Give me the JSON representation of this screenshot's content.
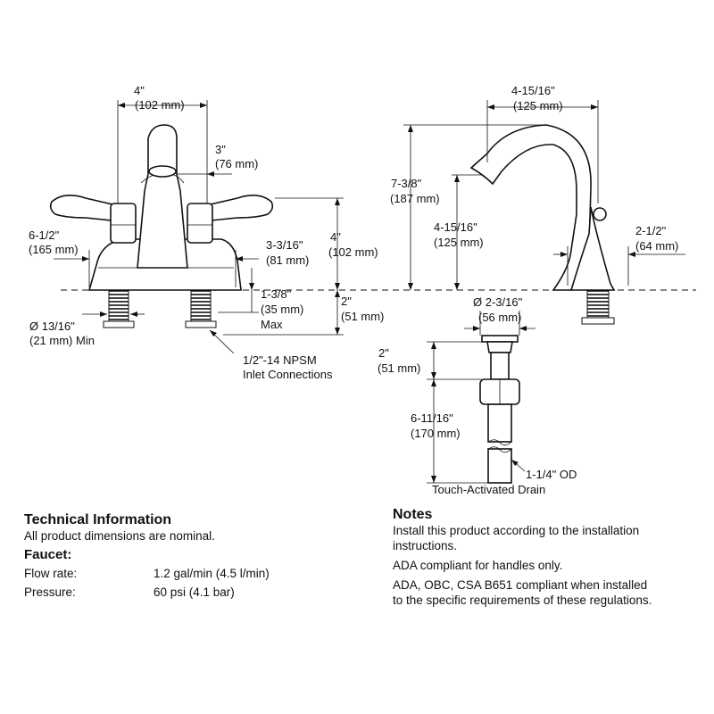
{
  "dimensions": {
    "left_width": [
      "4\"",
      "(102 mm)"
    ],
    "spout_reach": [
      "3\"",
      "(76 mm)"
    ],
    "handle_width": [
      "6-1/2\"",
      "(165 mm)"
    ],
    "handle_height": [
      "3-3/16\"",
      "(81 mm)"
    ],
    "overall_height_left": [
      "4\"",
      "(102 mm)"
    ],
    "shank_length": [
      "1-3/8\"",
      "(35 mm)",
      "Max"
    ],
    "shank_depth": [
      "2\"",
      "(51 mm)"
    ],
    "hole_diameter": [
      "Ø 13/16\"",
      "(21 mm) Min"
    ],
    "inlet": [
      "1/2\"-14 NPSM",
      "Inlet Connections"
    ],
    "spout_width": [
      "4-15/16\"",
      "(125 mm)"
    ],
    "spout_height": [
      "7-3/8\"",
      "(187 mm)"
    ],
    "spout_clearance": [
      "4-15/16\"",
      "(125 mm)"
    ],
    "base_diameter": [
      "2-1/2\"",
      "(64 mm)"
    ],
    "drain_diameter": [
      "Ø 2-3/16\"",
      "(56 mm)"
    ],
    "drain_flange": [
      "2\"",
      "(51 mm)"
    ],
    "drain_length": [
      "6-11/16\"",
      "(170 mm)"
    ],
    "drain_tube": [
      "1-1/4\" OD"
    ],
    "drain_title": "Touch-Activated Drain"
  },
  "technical": {
    "title": "Technical Information",
    "subtitle": "All product dimensions are nominal.",
    "faucet_heading": "Faucet:",
    "rows": [
      {
        "label": "Flow rate:",
        "value": "1.2 gal/min (4.5 l/min)"
      },
      {
        "label": "Pressure:",
        "value": "60 psi (4.1 bar)"
      }
    ]
  },
  "notes": {
    "title": "Notes",
    "items": [
      "Install this product according to the installation instructions.",
      "ADA compliant for handles only.",
      "ADA, OBC, CSA B651 compliant when installed to the specific requirements of these regulations."
    ]
  }
}
